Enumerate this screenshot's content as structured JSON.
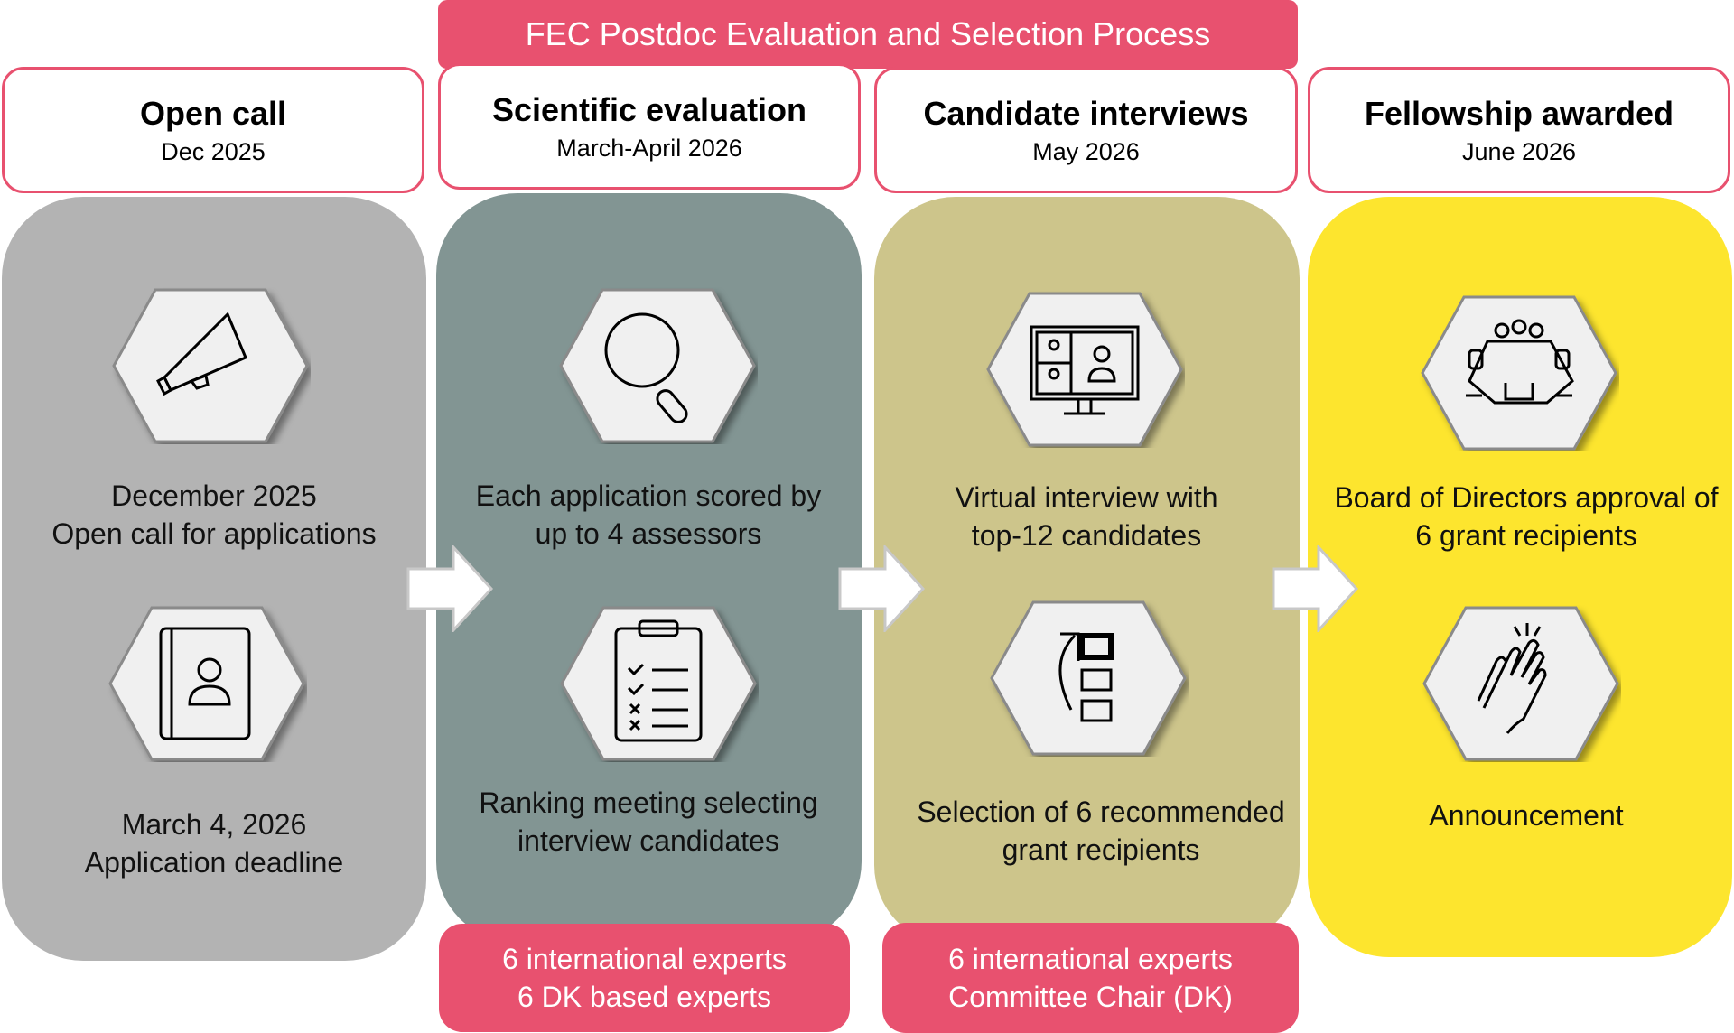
{
  "title": "FEC Postdoc Evaluation and Selection Process",
  "colors": {
    "accent": "#e8516f",
    "col1": "#b3b3b3",
    "col2": "#829593",
    "col3": "#cdc58b",
    "col4": "#fde52e"
  },
  "columns": [
    {
      "heading": "Open call",
      "date": "Dec 2025",
      "steps": [
        {
          "icon": "megaphone-icon",
          "lines": [
            "December 2025",
            "Open call for applications"
          ]
        },
        {
          "icon": "contact-book-icon",
          "lines": [
            "March 4, 2026",
            "Application deadline"
          ]
        }
      ]
    },
    {
      "heading": "Scientific evaluation",
      "date": "March-April 2026",
      "steps": [
        {
          "icon": "magnifier-icon",
          "lines": [
            "Each application scored by",
            "up to 4 assessors"
          ]
        },
        {
          "icon": "clipboard-checklist-icon",
          "lines": [
            "Ranking meeting selecting",
            "interview candidates"
          ]
        }
      ],
      "footer": [
        "6 international experts",
        "6 DK based experts"
      ]
    },
    {
      "heading": "Candidate interviews",
      "date": "May 2026",
      "steps": [
        {
          "icon": "video-conference-icon",
          "lines": [
            "Virtual interview with",
            "top-12 candidates"
          ]
        },
        {
          "icon": "ranking-list-icon",
          "lines": [
            "Selection of 6 recommended",
            "grant recipients"
          ]
        }
      ],
      "footer": [
        "6 international experts",
        "Committee Chair (DK)"
      ]
    },
    {
      "heading": "Fellowship awarded",
      "date": "June 2026",
      "steps": [
        {
          "icon": "boardroom-icon",
          "lines": [
            "Board of Directors approval of",
            "6 grant recipients"
          ]
        },
        {
          "icon": "clapping-hands-icon",
          "lines": [
            "Announcement"
          ]
        }
      ]
    }
  ]
}
